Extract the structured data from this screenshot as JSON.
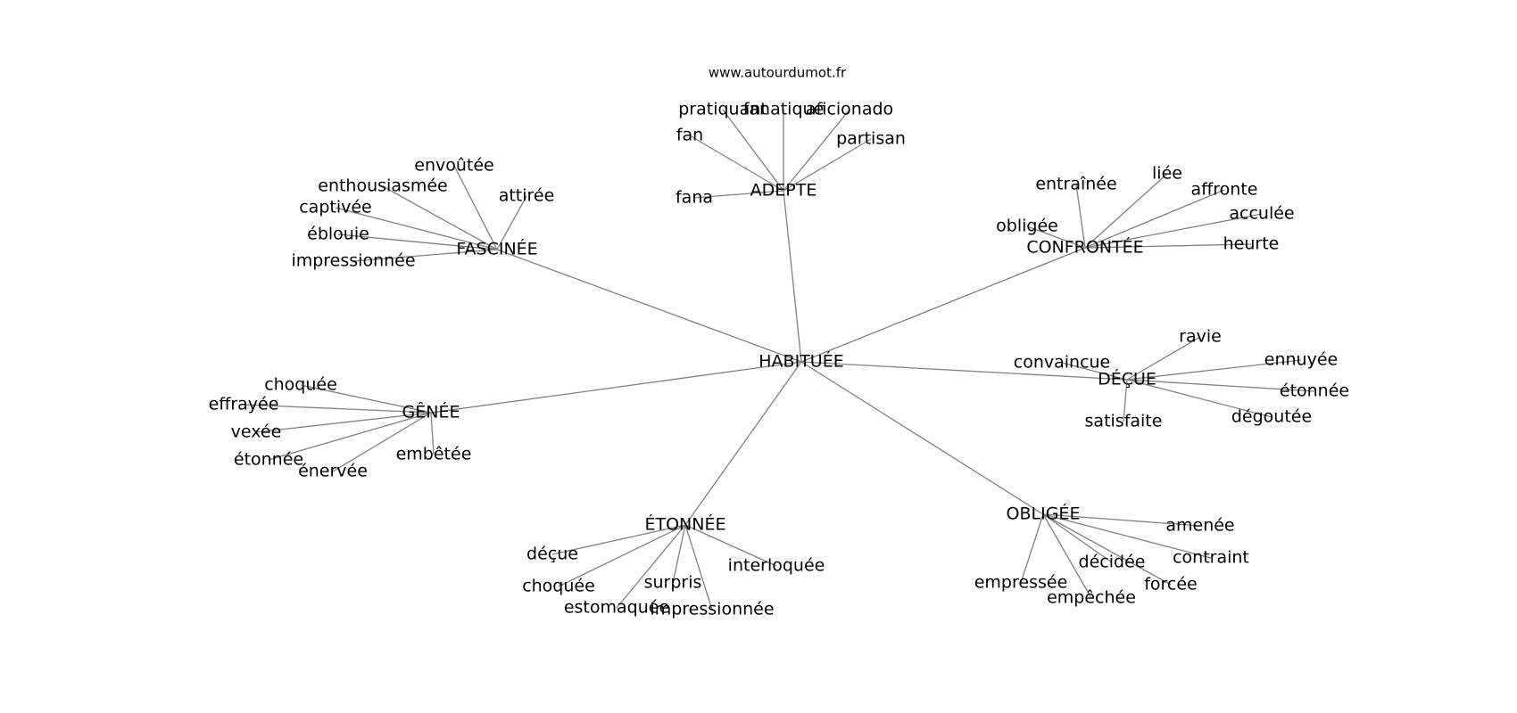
{
  "source": "www.autourdumot.fr",
  "graph": {
    "center": "HABITUÉE",
    "groups": [
      {
        "label": "ADEPTE",
        "children": [
          "pratiquant",
          "fanatique",
          "aficionado",
          "fan",
          "partisan",
          "fana"
        ]
      },
      {
        "label": "FASCINÉE",
        "children": [
          "envoûtée",
          "enthousiasmée",
          "attirée",
          "captivée",
          "éblouie",
          "impressionnée"
        ]
      },
      {
        "label": "CONFRONTÉE",
        "children": [
          "entraînée",
          "liée",
          "affronte",
          "acculée",
          "obligée",
          "heurte"
        ]
      },
      {
        "label": "DÉÇUE",
        "children": [
          "ravie",
          "convaincue",
          "ennuyée",
          "étonnée",
          "dégoutée",
          "satisfaite"
        ]
      },
      {
        "label": "GÊNÉE",
        "children": [
          "choquée",
          "effrayée",
          "vexée",
          "étonnée",
          "énervée",
          "embêtée"
        ]
      },
      {
        "label": "ÉTONNÉE",
        "children": [
          "déçue",
          "interloquée",
          "choquée",
          "surpris",
          "estomaquée",
          "impressionnée"
        ]
      },
      {
        "label": "OBLIGÉE",
        "children": [
          "amenée",
          "contraint",
          "décidée",
          "forcée",
          "empressée",
          "empêchée"
        ]
      }
    ]
  },
  "colors": {
    "edge": "#808080",
    "text": "#000000",
    "background": "#ffffff"
  }
}
